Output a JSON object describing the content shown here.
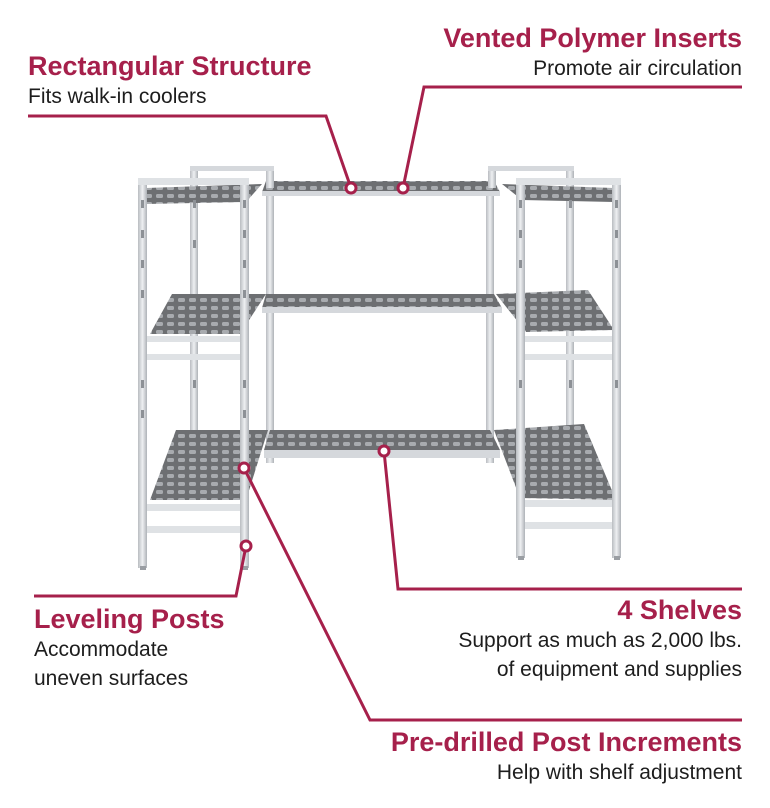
{
  "colors": {
    "accent": "#a6204b",
    "text": "#1d1d1d",
    "metal": "#c9ccd1",
    "shelf": "#707070"
  },
  "callouts": {
    "rectangular": {
      "title": "Rectangular Structure",
      "desc": "Fits walk-in coolers"
    },
    "vented": {
      "title": "Vented Polymer Inserts",
      "desc": "Promote air circulation"
    },
    "leveling": {
      "title": "Leveling Posts",
      "desc_line1": "Accommodate",
      "desc_line2": "uneven surfaces"
    },
    "shelves": {
      "title": "4 Shelves",
      "desc_line1": "Support as much as 2,000 lbs.",
      "desc_line2": "of equipment and supplies"
    },
    "predrilled": {
      "title": "Pre-drilled Post Increments",
      "desc": "Help with shelf adjustment"
    }
  }
}
